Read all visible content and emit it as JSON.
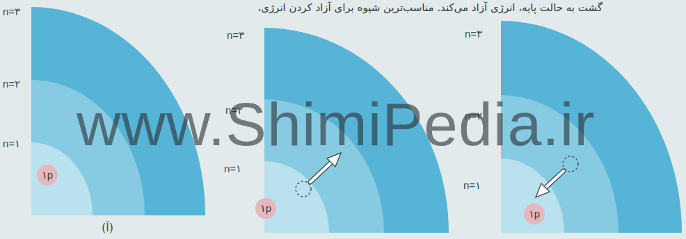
{
  "diagram": {
    "nodes": [
      {
        "text": [
          "۱p"
        ]
      },
      {
        "text": [
          "۱p"
        ]
      },
      {
        "text": [
          "۱p"
        ]
      }
    ],
    "labels": [
      "گشت به حالت پایه، انرژی آزاد می‌کند. مناسب‌ترین شیوه برای آزاد کردن انرژی،",
      "n=۳",
      "n=۲",
      "n=۱",
      "n=۳",
      "n=۲",
      "n=۱",
      "n=۳",
      "n=۲",
      "n=۱",
      "(آ)",
      "www.ShimiPedia.ir"
    ]
  }
}
